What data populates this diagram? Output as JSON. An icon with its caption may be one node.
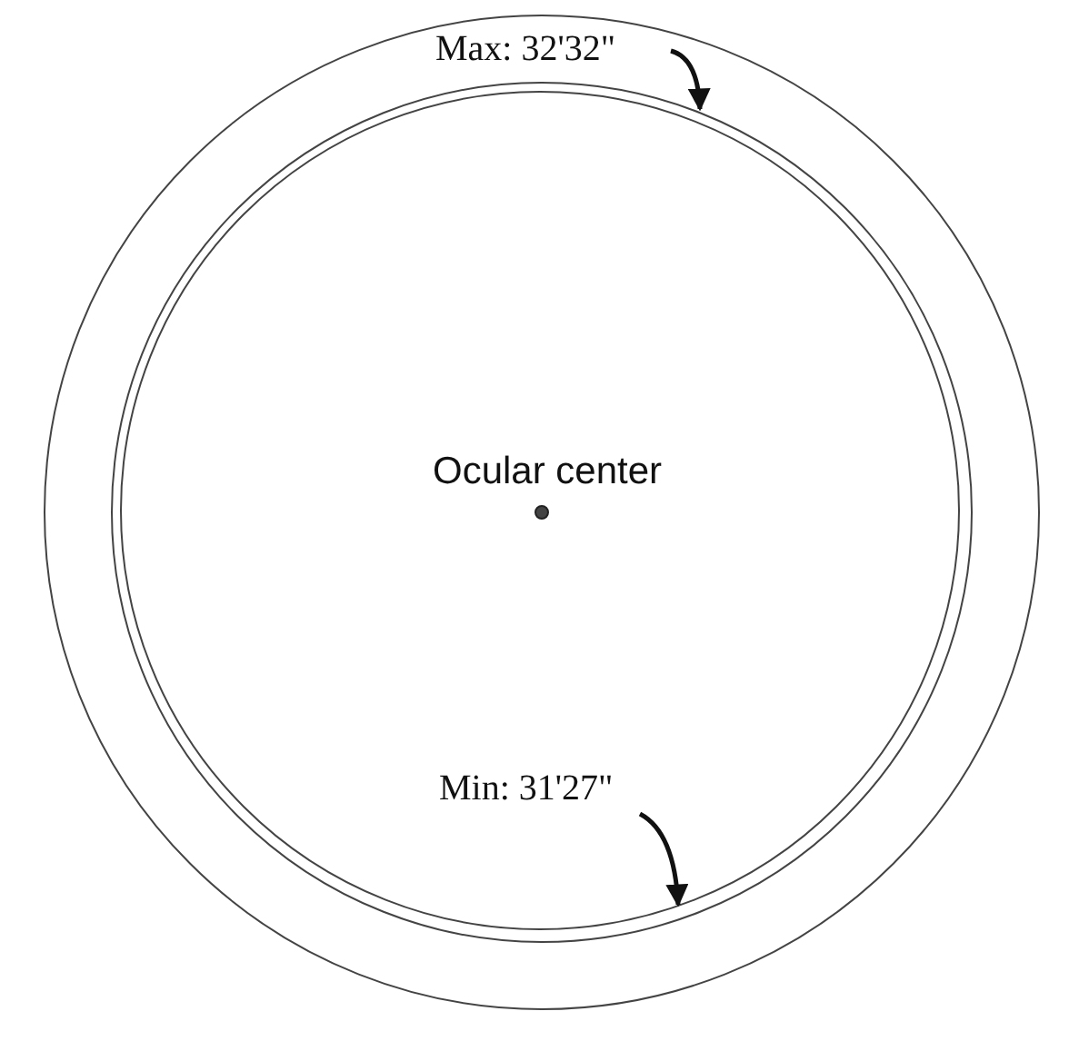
{
  "diagram": {
    "nodes": [
      {
        "text": [],
        "shape": "circle"
      },
      {
        "text": [],
        "shape": "circle",
        "in": 0
      },
      {
        "text": [],
        "shape": "circle",
        "in": 1
      },
      {
        "text": [
          "Max: 32'32\""
        ],
        "in": 0
      },
      {
        "text": [
          "Min: 31'27\""
        ],
        "in": 2
      }
    ],
    "edges": [
      {
        "from": 3,
        "to": 1,
        "arrow": "to"
      },
      {
        "from": 4,
        "to": 2,
        "arrow": "to"
      }
    ],
    "labels": [
      "Ocular center"
    ]
  }
}
